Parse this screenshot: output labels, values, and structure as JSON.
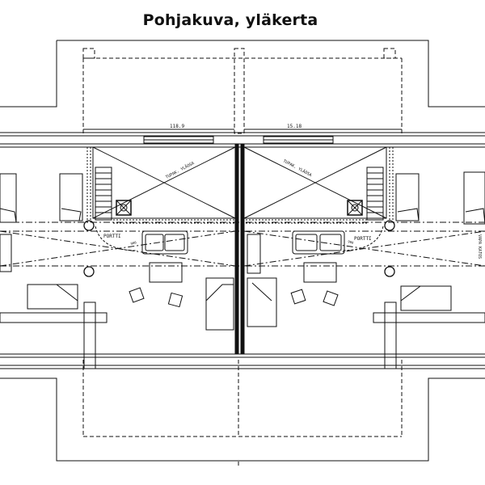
{
  "title": "Pohjakuva, yläkerta",
  "labels": {
    "dim_left": "118.9",
    "dim_right": "15.18",
    "room_left": "TUPAK. YLÄOSA",
    "room_right": "TUPAK. YLÄOSA",
    "gate_left": "PORTTI",
    "gate_right": "PORTTI",
    "small_left": "900",
    "small_right": "900",
    "side_note": "VAPA KATOS"
  },
  "colors": {
    "line": "#111111",
    "paper": "#ffffff"
  }
}
